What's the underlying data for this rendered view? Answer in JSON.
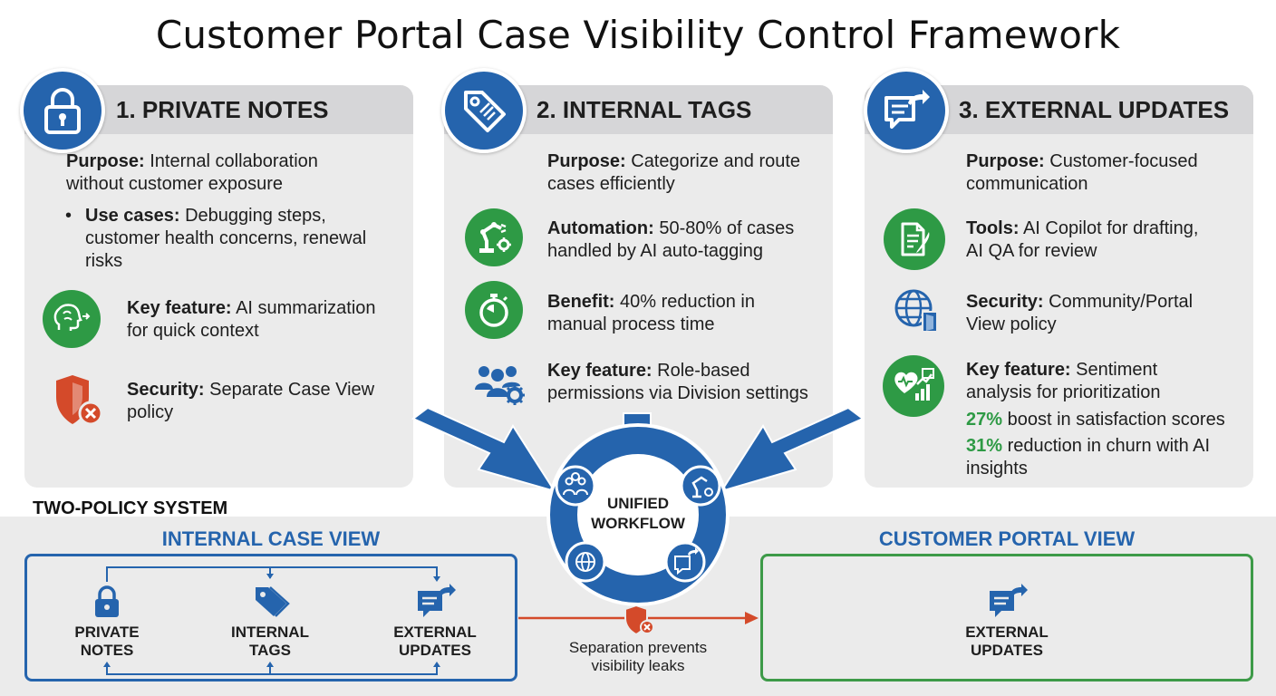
{
  "title": "Customer Portal Case Visibility Control Framework",
  "colors": {
    "blue": "#2564ad",
    "green": "#2e9a45",
    "red": "#d44a2a",
    "card_bg": "#ebebeb",
    "card_header": "#d6d6d8"
  },
  "cards": [
    {
      "title": "1. PRIVATE NOTES",
      "icon": "lock-icon",
      "purpose_label": "Purpose:",
      "purpose_line1": " Internal collaboration",
      "purpose_line2": "without customer exposure",
      "usecases_label": "Use cases:",
      "usecases_line1": " Debugging steps,",
      "usecases_line2": "customer health concerns, renewal",
      "usecases_line3": "risks",
      "feature_label": "Key feature:",
      "feature_line1": " AI summarization",
      "feature_line2": "for quick context",
      "feature_icon": "brain-icon",
      "security_label": "Security:",
      "security_line1": " Separate Case View",
      "security_line2": "policy",
      "security_icon": "shield-x-icon"
    },
    {
      "title": "2. INTERNAL TAGS",
      "icon": "tag-icon",
      "purpose_label": "Purpose:",
      "purpose_line1": " Categorize and route",
      "purpose_line2": "cases efficiently",
      "automation_label": "Automation:",
      "automation_line1": " 50-80% of cases",
      "automation_line2": "handled by AI auto-tagging",
      "automation_icon": "robot-arm-icon",
      "benefit_label": "Benefit:",
      "benefit_line1": " 40% reduction in",
      "benefit_line2": "manual process time",
      "benefit_icon": "stopwatch-icon",
      "feature_label": "Key feature:",
      "feature_line1": " Role-based",
      "feature_line2": "permissions via Division settings",
      "feature_icon": "team-gear-icon"
    },
    {
      "title": "3. EXTERNAL UPDATES",
      "icon": "chat-share-icon",
      "purpose_label": "Purpose:",
      "purpose_line1": " Customer-focused",
      "purpose_line2": "communication",
      "tools_label": "Tools:",
      "tools_line1": " AI Copilot for drafting,",
      "tools_line2": "AI QA for review",
      "tools_icon": "document-pen-icon",
      "security_label": "Security:",
      "security_line1": " Community/Portal",
      "security_line2": "View policy",
      "security_icon": "globe-door-icon",
      "feature_label": "Key feature:",
      "feature_line1": " Sentiment",
      "feature_line2": "analysis for prioritization",
      "feature_icon": "heart-chart-icon",
      "stat1_pct": "27%",
      "stat1_text": " boost in satisfaction scores",
      "stat2_pct": "31%",
      "stat2_text": " reduction in churn with AI",
      "stat2_line2": "insights"
    }
  ],
  "workflow": {
    "line1": "UNIFIED",
    "line2": "WORKFLOW"
  },
  "two_policy": {
    "heading": "TWO-POLICY SYSTEM",
    "internal_title": "INTERNAL CASE VIEW",
    "customer_title": "CUSTOMER PORTAL VIEW",
    "internal_items": [
      {
        "line1": "PRIVATE",
        "line2": "NOTES"
      },
      {
        "line1": "INTERNAL",
        "line2": "TAGS"
      },
      {
        "line1": "EXTERNAL",
        "line2": "UPDATES"
      }
    ],
    "customer_item": {
      "line1": "EXTERNAL",
      "line2": "UPDATES"
    },
    "separation_line1": "Separation prevents",
    "separation_line2": "visibility leaks"
  }
}
